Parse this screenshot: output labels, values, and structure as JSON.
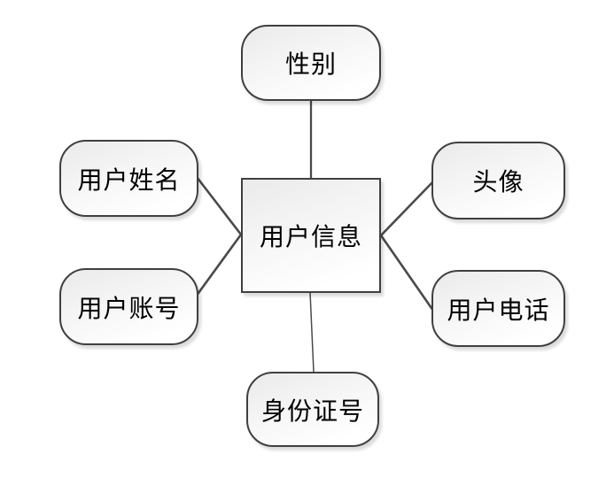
{
  "diagram": {
    "type": "attribute-star-diagram",
    "center": {
      "id": "user-info",
      "label": "用户信息"
    },
    "nodes": [
      {
        "id": "gender",
        "label": "性别",
        "position": "top"
      },
      {
        "id": "user-name",
        "label": "用户姓名",
        "position": "upper-left"
      },
      {
        "id": "user-account",
        "label": "用户账号",
        "position": "lower-left"
      },
      {
        "id": "avatar",
        "label": "头像",
        "position": "upper-right"
      },
      {
        "id": "user-phone",
        "label": "用户电话",
        "position": "lower-right"
      },
      {
        "id": "id-number",
        "label": "身份证号",
        "position": "bottom"
      }
    ],
    "edges": [
      {
        "from": "user-info",
        "to": "gender"
      },
      {
        "from": "user-info",
        "to": "user-name"
      },
      {
        "from": "user-info",
        "to": "user-account"
      },
      {
        "from": "user-info",
        "to": "avatar"
      },
      {
        "from": "user-info",
        "to": "user-phone"
      },
      {
        "from": "user-info",
        "to": "id-number"
      }
    ],
    "colors": {
      "node_border": "#3f3f3f",
      "connector": "#4a4a4a",
      "node_fill_start": "#eaeaea",
      "node_fill_end": "#ffffff",
      "text": "#000000",
      "background": "#ffffff"
    }
  }
}
